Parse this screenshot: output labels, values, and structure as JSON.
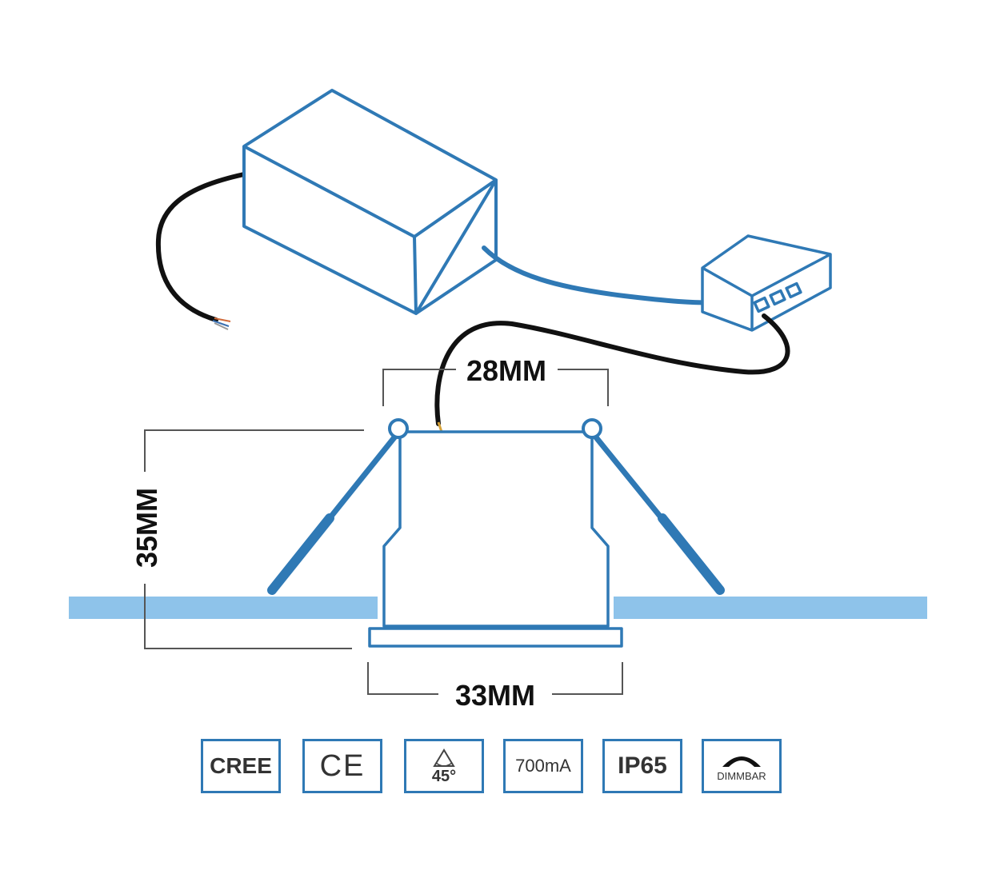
{
  "dimensions": {
    "top_width": "28MM",
    "height": "35MM",
    "bottom_width": "33MM"
  },
  "badges": {
    "cree": "CREE",
    "ce": "CE",
    "beam_angle": "45°",
    "current": "700mA",
    "ip_rating": "IP65",
    "dimmable": "DIMMBAR"
  },
  "colors": {
    "outline_blue": "#2f79b5",
    "ceiling_blue": "#8ec3ea",
    "cable_black": "#111111",
    "dimension_gray": "#555555"
  }
}
